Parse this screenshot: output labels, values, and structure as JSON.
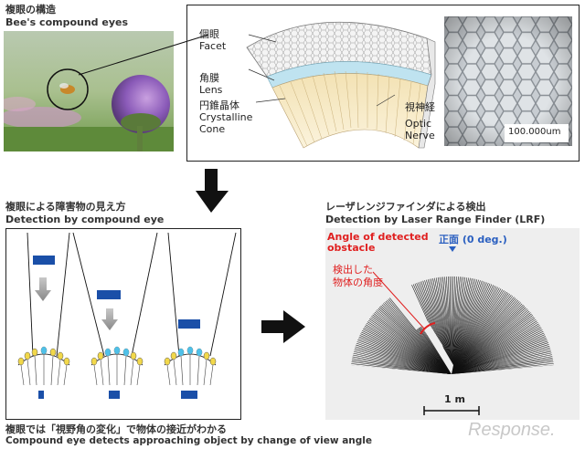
{
  "top": {
    "title_jp": "複眼の構造",
    "title_en": "Bee's compound eyes",
    "labels": {
      "facet_jp": "個眼",
      "facet_en": "Facet",
      "lens_jp": "角膜",
      "lens_en": "Lens",
      "cone_jp": "円錐晶体",
      "cone_en1": "Crystalline",
      "cone_en2": "Cone",
      "nerve_jp": "視神経",
      "nerve_en1": "Optic",
      "nerve_en2": "Nerve"
    },
    "scale_label": "100.000um"
  },
  "middle_left": {
    "title_jp": "複眼による障害物の見え方",
    "title_en": "Detection by compound eye"
  },
  "middle_right": {
    "title_jp": "レーザレンジファインダによる検出",
    "title_en": "Detection by Laser Range Finder (LRF)",
    "angle_label_en1": "Angle of detected",
    "angle_label_en2": "obstacle",
    "angle_label_jp1": "検出した",
    "angle_label_jp2": "物体の角度",
    "front_label": "正面 (0 deg.)",
    "scale_label": "1 m"
  },
  "bottom": {
    "caption_jp": "複眼では「視野角の変化」で物体の接近がわかる",
    "caption_en": "Compound eye detects approaching object by change of view angle"
  },
  "watermark": "Response.",
  "colors": {
    "blue": "#1a4fa8",
    "red": "#e02020",
    "arrow": "#111111",
    "front_blue": "#2a5fc0"
  }
}
